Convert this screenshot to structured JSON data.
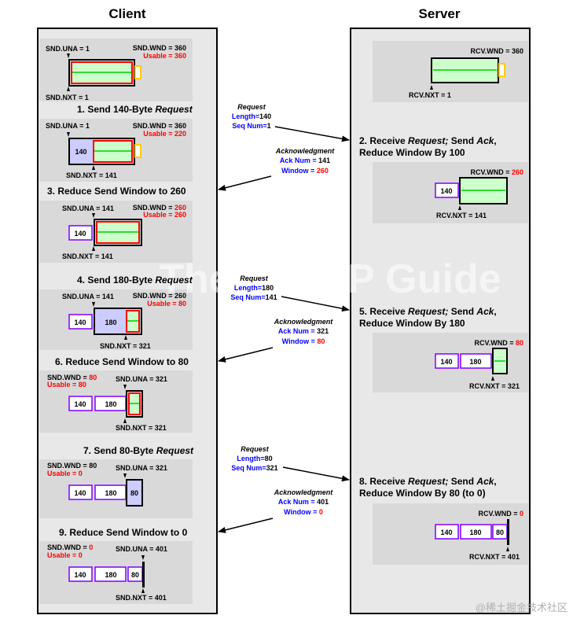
{
  "headers": {
    "client": "Client",
    "server": "Server"
  },
  "steps": {
    "s1": {
      "text": "1. Send 140-Byte ",
      "em": "Request"
    },
    "s2": {
      "text1": "2. Receive ",
      "em1": "Request;",
      "text2": " Send ",
      "em2": "Ack",
      "text3": ",",
      "line2": "Reduce Window By 100"
    },
    "s3": {
      "text": "3. Reduce Send Window to 260"
    },
    "s4": {
      "text": "4. Send 180-Byte ",
      "em": "Request"
    },
    "s5": {
      "text1": "5. Receive ",
      "em1": "Request;",
      "text2": " Send ",
      "em2": "Ack",
      "text3": ",",
      "line2": "Reduce Window By 180"
    },
    "s6": {
      "text": "6. Reduce Send Window to 80"
    },
    "s7": {
      "text": "7. Send 80-Byte ",
      "em": "Request"
    },
    "s8": {
      "text1": "8. Receive ",
      "em1": "Request;",
      "text2": " Send ",
      "em2": "Ack",
      "text3": ",",
      "line2": "Reduce Window By 80 (to 0)"
    },
    "s9": {
      "text": "9. Reduce Send Window to 0"
    }
  },
  "client_states": [
    {
      "una": "SND.UNA = 1",
      "wnd": "SND.WND = 360",
      "usable": "Usable = 360",
      "nxt": "SND.NXT = 1"
    },
    {
      "una": "SND.UNA = 1",
      "wnd": "SND.WND = 360",
      "usable": "Usable = 220",
      "nxt": "SND.NXT = 141",
      "seg1": "140"
    },
    {
      "una": "SND.UNA = 141",
      "wnd_label": "SND.WND = ",
      "wnd_val": "260",
      "usable": "Usable = 260",
      "nxt": "SND.NXT = 141",
      "seg1": "140"
    },
    {
      "una": "SND.UNA = 141",
      "wnd": "SND.WND = 260",
      "usable": "Usable = 80",
      "nxt": "SND.NXT = 321",
      "seg1": "140",
      "seg2": "180"
    },
    {
      "wnd_label": "SND.WND = ",
      "wnd_val": "80",
      "usable": "Usable = 80",
      "una": "SND.UNA = 321",
      "nxt": "SND.NXT = 321",
      "seg1": "140",
      "seg2": "180"
    },
    {
      "wnd": "SND.WND = 80",
      "usable": "Usable = 0",
      "una": "SND.UNA = 321",
      "seg1": "140",
      "seg2": "180",
      "seg3": "80"
    },
    {
      "wnd_label": "SND.WND = ",
      "wnd_val": "0",
      "usable": "Usable = 0",
      "una": "SND.UNA = 401",
      "nxt": "SND.NXT = 401",
      "seg1": "140",
      "seg2": "180",
      "seg3": "80"
    }
  ],
  "server_states": [
    {
      "wnd": "RCV.WND = 360",
      "nxt": "RCV.NXT = 1"
    },
    {
      "wnd_label": "RCV.WND = ",
      "wnd_val": "260",
      "nxt": "RCV.NXT = 141",
      "seg1": "140"
    },
    {
      "wnd_label": "RCV.WND = ",
      "wnd_val": "80",
      "nxt": "RCV.NXT = 321",
      "seg1": "140",
      "seg2": "180"
    },
    {
      "wnd_label": "RCV.WND = ",
      "wnd_val": "0",
      "nxt": "RCV.NXT = 401",
      "seg1": "140",
      "seg2": "180",
      "seg3": "80"
    }
  ],
  "messages": [
    {
      "title": "Request",
      "l1k": "Length=",
      "l1v": "140",
      "l2k": "Seq Num=",
      "l2v": "1"
    },
    {
      "title": "Acknowledgment",
      "l1k": "Ack Num = ",
      "l1v": "141",
      "l2k": "Window = ",
      "l2v": "260"
    },
    {
      "title": "Request",
      "l1k": "Length=",
      "l1v": "180",
      "l2k": "Seq Num=",
      "l2v": "141"
    },
    {
      "title": "Acknowledgment",
      "l1k": "Ack Num = ",
      "l1v": "321",
      "l2k": "Window = ",
      "l2v": "80"
    },
    {
      "title": "Request",
      "l1k": "Length=",
      "l1v": "80",
      "l2k": "Seq Num=",
      "l2v": "321"
    },
    {
      "title": "Acknowledgment",
      "l1k": "Ack Num = ",
      "l1v": "401",
      "l2k": "Window = ",
      "l2v": "0"
    }
  ],
  "watermark": "The TCP/IP Guide",
  "site_mark": "@稀土掘金技术社区",
  "colors": {
    "panel": "#d9d9d9",
    "column": "#e8e8e8",
    "green_fill": "#ccffcc",
    "green_line": "#00cc00",
    "red": "#ff0000",
    "purple": "#7f00ff",
    "blue_fill": "#ccccff",
    "yellow": "#ffff00",
    "blue_text": "#0000ff",
    "black": "#000000"
  }
}
